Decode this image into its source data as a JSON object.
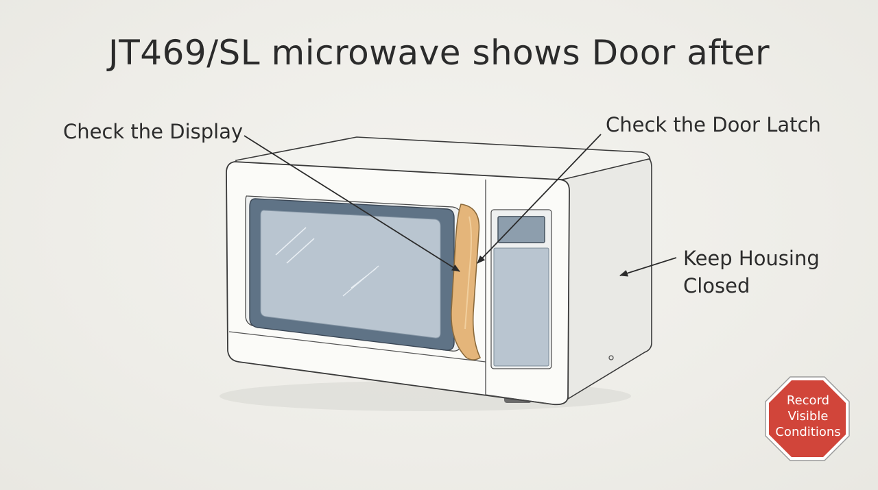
{
  "title": "JT469/SL microwave shows Door after",
  "callouts": {
    "display": "Check the Display",
    "door_latch": "Check the Door Latch",
    "housing_line1": "Keep Housing",
    "housing_line2": "Closed"
  },
  "stop_sign": {
    "line1": "Record",
    "line2": "Visible",
    "line3": "Conditions",
    "color": "#d1453a"
  },
  "colors": {
    "handle": "#e4b57a",
    "window": "#5f7386",
    "glass": "#b9c5d0",
    "body": "#fafaf7",
    "ink": "#2b2b2b"
  }
}
